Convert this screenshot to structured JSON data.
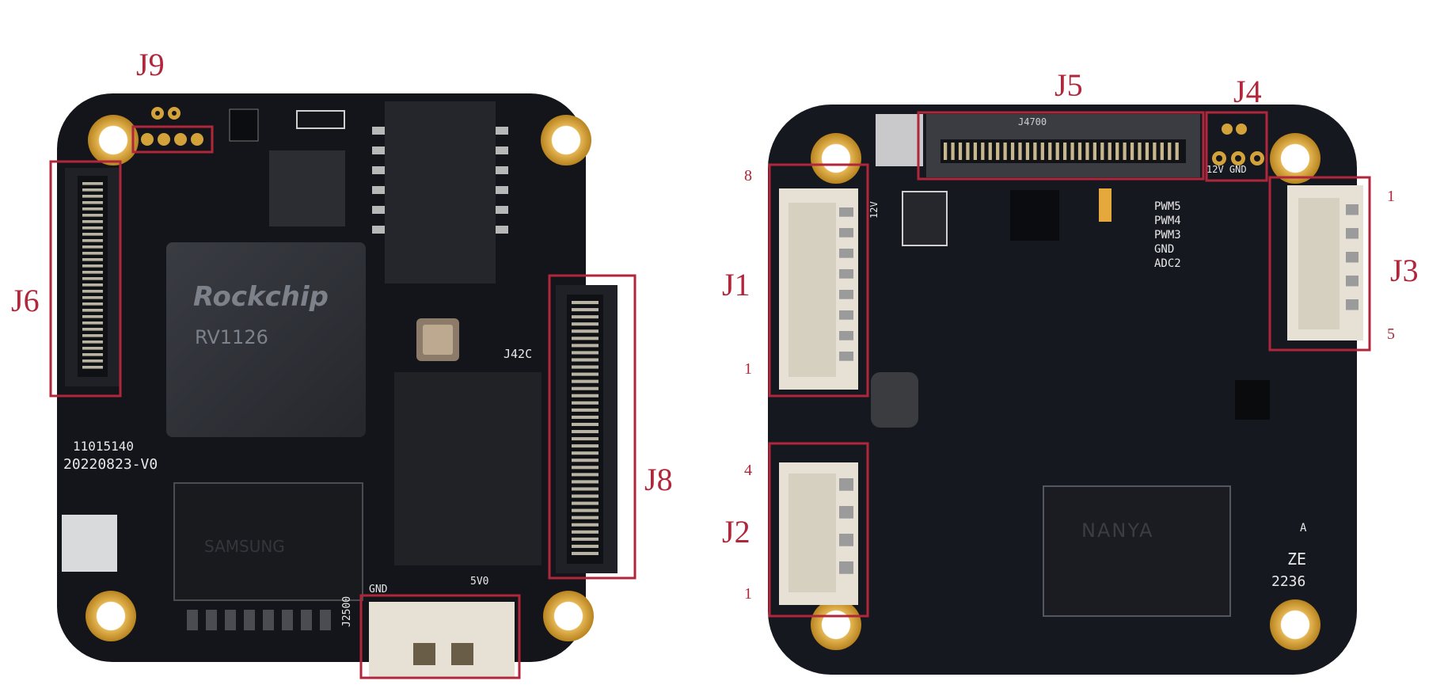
{
  "left_board": {
    "connectors": {
      "j9": "J9",
      "j6": "J6",
      "j8": "J8"
    },
    "silkscreen": {
      "soc_brand": "Rockchip",
      "soc_model": "RV1126",
      "board_code": "11015140",
      "board_date": "20220823-V0",
      "j42_label": "J42C",
      "gnd": "GND",
      "v5": "5V0",
      "j2_ref": "J2500",
      "flash_brand": "SAMSUNG"
    }
  },
  "right_board": {
    "connectors": {
      "j5": "J5",
      "j4": "J4",
      "j1": "J1",
      "j2": "J2",
      "j3": "J3"
    },
    "pin_labels": {
      "j1_top": "8",
      "j1_bottom": "1",
      "j2_top": "4",
      "j2_bottom": "1",
      "j3_top": "1",
      "j3_bottom": "5"
    },
    "silkscreen": {
      "j4_pins": "12V GND",
      "pwm5": "PWM5",
      "pwm4": "PWM4",
      "pwm3": "PWM3",
      "gnd": "GND",
      "adc2": "ADC2",
      "v12": "12V",
      "mark_a": "A",
      "mark_ze": "ZE",
      "mark_code": "2236",
      "ram_brand": "NANYA",
      "j5_ref": "J4700"
    }
  },
  "colors": {
    "pcb": "#15161b",
    "callout": "#b0263a",
    "gold_pad": "#d4a23a",
    "connector_white": "#e6e1d4"
  }
}
